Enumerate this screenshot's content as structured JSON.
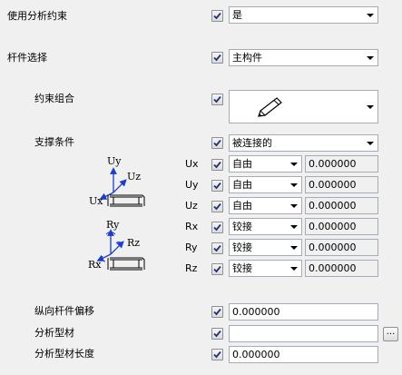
{
  "rows": {
    "use_analysis_constraint": {
      "label": "使用分析约束",
      "value": "是"
    },
    "member_selection": {
      "label": "杆件选择",
      "value": "主构件"
    },
    "constraint_combination": {
      "label": "约束组合"
    },
    "support_condition": {
      "label": "支撑条件",
      "value": "被连接的"
    },
    "longitudinal_offset": {
      "label": "纵向杆件偏移",
      "value": "0.000000"
    },
    "analysis_profile": {
      "label": "分析型材",
      "value": ""
    },
    "analysis_profile_length": {
      "label": "分析型材长度",
      "value": "0.000000"
    }
  },
  "dofs": [
    {
      "label": "Ux",
      "mode": "自由",
      "value": "0.000000"
    },
    {
      "label": "Uy",
      "mode": "自由",
      "value": "0.000000"
    },
    {
      "label": "Uz",
      "mode": "自由",
      "value": "0.000000"
    },
    {
      "label": "Rx",
      "mode": "铰接",
      "value": "0.000000"
    },
    {
      "label": "Ry",
      "mode": "铰接",
      "value": "0.000000"
    },
    {
      "label": "Rz",
      "mode": "铰接",
      "value": "0.000000"
    }
  ],
  "diagrams": {
    "translation": {
      "up": "Uy",
      "side": "Uz",
      "left": "Ux"
    },
    "rotation": {
      "up": "Ry",
      "side": "Rz",
      "left": "Rx"
    }
  },
  "browse_button": {
    "label": "..."
  },
  "icons": {
    "pencil": "pencil-icon",
    "check": "checkmark-icon"
  },
  "colors": {
    "background": "#f0f0f0",
    "arrow": "#1a3ccf",
    "check": "#22317a",
    "border": "#a5acb5"
  }
}
